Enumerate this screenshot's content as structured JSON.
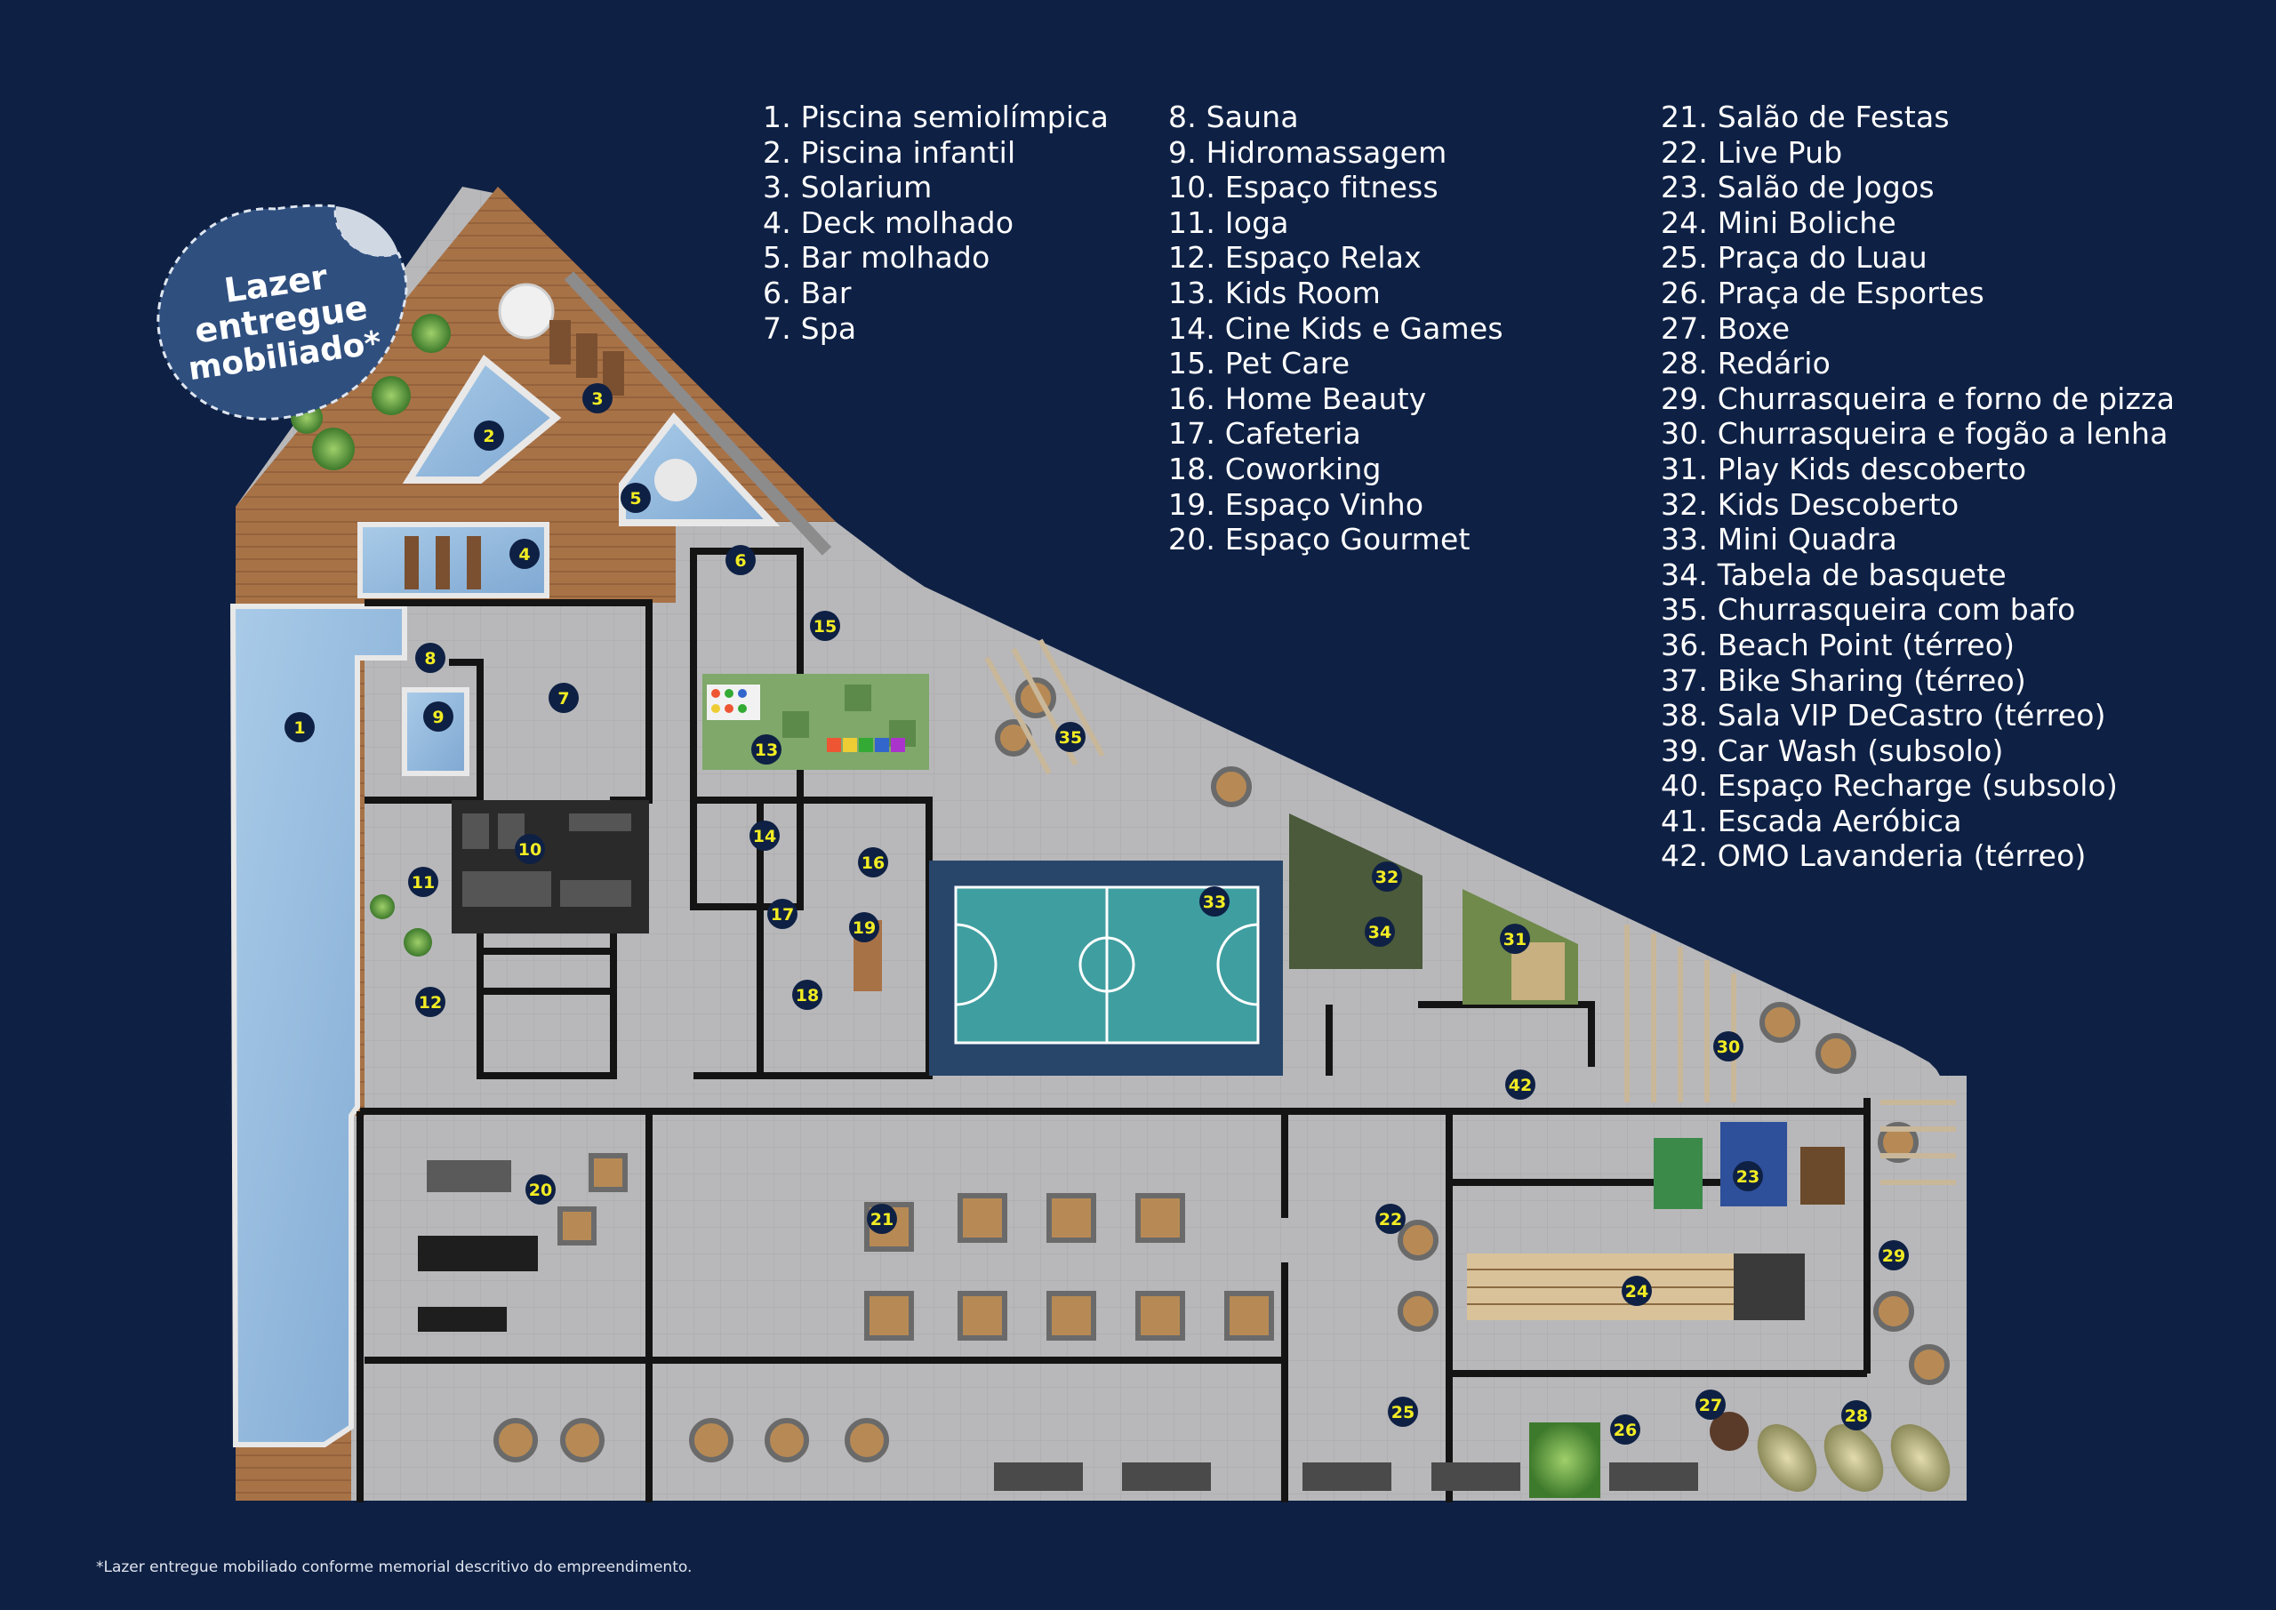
{
  "badge": {
    "line1": "Lazer",
    "line2": "entregue",
    "line3": "mobiliado*"
  },
  "legend": {
    "col1": [
      "1. Piscina semiolímpica",
      "2. Piscina infantil",
      "3. Solarium",
      "4. Deck molhado",
      "5. Bar molhado",
      "6. Bar",
      "7. Spa"
    ],
    "col2": [
      "8. Sauna",
      "9. Hidromassagem",
      "10. Espaço fitness",
      "11. Ioga",
      "12. Espaço Relax",
      "13. Kids Room",
      "14. Cine Kids e Games",
      "15. Pet Care",
      "16. Home Beauty",
      "17. Cafeteria",
      "18. Coworking",
      "19. Espaço Vinho",
      "20. Espaço Gourmet"
    ],
    "col3": [
      "21. Salão de Festas",
      "22. Live Pub",
      "23. Salão de Jogos",
      "24. Mini Boliche",
      "25. Praça do Luau",
      "26. Praça de Esportes",
      "27. Boxe",
      "28. Redário",
      "29. Churrasqueira e forno de pizza",
      "30. Churrasqueira e fogão a lenha",
      "31. Play Kids descoberto",
      "32. Kids Descoberto",
      "33. Mini Quadra",
      "34. Tabela de basquete",
      "35. Churrasqueira com bafo",
      "36. Beach Point (térreo)",
      "37. Bike Sharing (térreo)",
      "38. Sala VIP DeCastro (térreo)",
      "39. Car Wash (subsolo)",
      "40. Espaço Recharge (subsolo)",
      "41. Escada Aeróbica",
      "42. OMO Lavanderia (térreo)"
    ]
  },
  "markers": [
    "1",
    "2",
    "3",
    "4",
    "5",
    "6",
    "7",
    "8",
    "9",
    "10",
    "11",
    "12",
    "13",
    "14",
    "15",
    "16",
    "17",
    "18",
    "19",
    "20",
    "21",
    "22",
    "23",
    "24",
    "25",
    "26",
    "27",
    "28",
    "29",
    "30",
    "31",
    "32",
    "33",
    "34",
    "35",
    "42"
  ],
  "footnote": "*Lazer entregue mobiliado conforme memorial descritivo do empreendimento.",
  "colors": {
    "background": "#0e2044",
    "floor": "#b6b6b8",
    "wood_deck": "#a87247",
    "water": "#9ec0e0",
    "marker": "#f2ec23",
    "wall": "#141414"
  }
}
